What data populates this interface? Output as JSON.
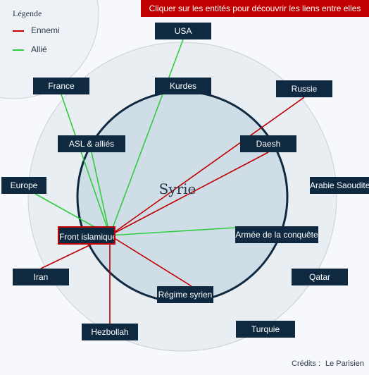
{
  "banner": "Cliquer sur les entités pour découvrir les liens entre elles",
  "legend": {
    "title": "Légende",
    "items": [
      {
        "label": "Ennemi",
        "color": "#c00000"
      },
      {
        "label": "Allié",
        "color": "#2ecc40"
      }
    ]
  },
  "center_label": "Syrie",
  "selected": "Front islamique",
  "entities": [
    "USA",
    "Kurdes",
    "France",
    "Russie",
    "ASL & alliés",
    "Daesh",
    "Europe",
    "Arabie Saoudite",
    "Front islamique",
    "Armée de la conquête",
    "Iran",
    "Qatar",
    "Régime syrien",
    "Hezbollah",
    "Turquie"
  ],
  "links": [
    {
      "from": "Front islamique",
      "to": "USA",
      "type": "allie"
    },
    {
      "from": "Front islamique",
      "to": "France",
      "type": "allie"
    },
    {
      "from": "Front islamique",
      "to": "ASL & alliés",
      "type": "allie"
    },
    {
      "from": "Front islamique",
      "to": "Europe",
      "type": "allie"
    },
    {
      "from": "Front islamique",
      "to": "Armée de la conquête",
      "type": "allie"
    },
    {
      "from": "Front islamique",
      "to": "Russie",
      "type": "ennemi"
    },
    {
      "from": "Front islamique",
      "to": "Daesh",
      "type": "ennemi"
    },
    {
      "from": "Front islamique",
      "to": "Iran",
      "type": "ennemi"
    },
    {
      "from": "Front islamique",
      "to": "Régime syrien",
      "type": "ennemi"
    },
    {
      "from": "Front islamique",
      "to": "Hezbollah",
      "type": "ennemi"
    }
  ],
  "colors": {
    "ennemi": "#c00000",
    "allie": "#2ecc40",
    "node": "#0f2a40",
    "inner_circle": "#cfdde6",
    "outer_circle": "#e9eef3"
  },
  "credits": {
    "label": "Crédits :",
    "value": "Le Parisien"
  }
}
